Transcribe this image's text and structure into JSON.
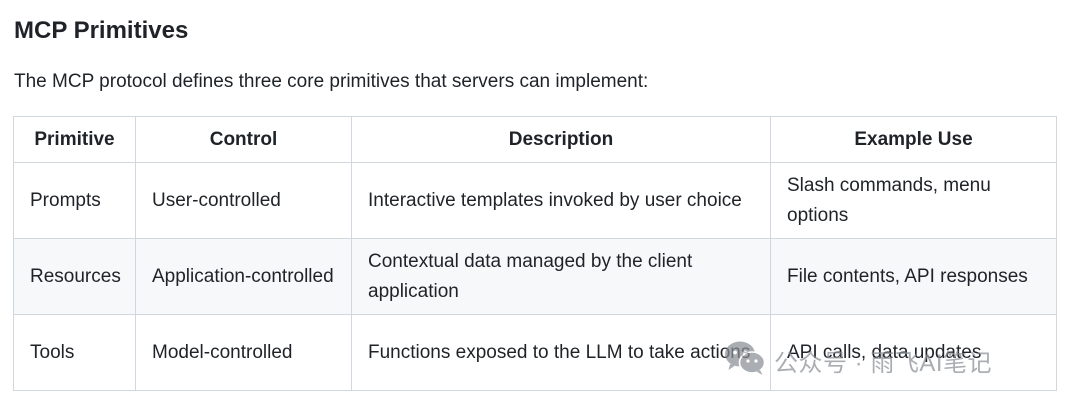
{
  "heading": "MCP Primitives",
  "intro": "The MCP protocol defines three core primitives that servers can implement:",
  "table": {
    "headers": [
      "Primitive",
      "Control",
      "Description",
      "Example Use"
    ],
    "rows": [
      [
        "Prompts",
        "User-controlled",
        "Interactive templates invoked by user choice",
        "Slash commands, menu options"
      ],
      [
        "Resources",
        "Application-controlled",
        "Contextual data managed by the client application",
        "File contents, API responses"
      ],
      [
        "Tools",
        "Model-controlled",
        "Functions exposed to the LLM to take actions",
        "API calls, data updates"
      ]
    ]
  },
  "watermark": {
    "icon": "wechat-icon",
    "text": "公众号 · 雨飞AI笔记"
  },
  "colors": {
    "border": "#d0d7de",
    "striped_row": "#f6f8fa",
    "text": "#1f2328"
  }
}
